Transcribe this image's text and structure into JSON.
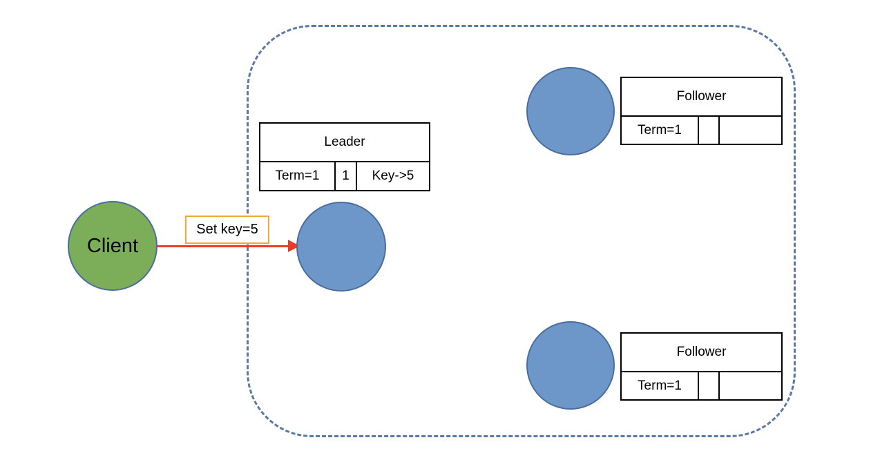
{
  "client": {
    "label": "Client"
  },
  "request": {
    "label": "Set key=5"
  },
  "cluster": {
    "leader": {
      "title": "Leader",
      "term": "Term=1",
      "index": "1",
      "entry": "Key->5"
    },
    "followers": [
      {
        "title": "Follower",
        "term": "Term=1",
        "index": "",
        "entry": ""
      },
      {
        "title": "Follower",
        "term": "Term=1",
        "index": "",
        "entry": ""
      }
    ]
  },
  "colors": {
    "node-blue": "#6D96C9",
    "node-border": "#4A6D9E",
    "client-green": "#7CAD58",
    "cluster-border": "#5878A6",
    "arrow-red": "#ED3B25",
    "label-border": "#F2A73B",
    "table-border": "#000000"
  }
}
